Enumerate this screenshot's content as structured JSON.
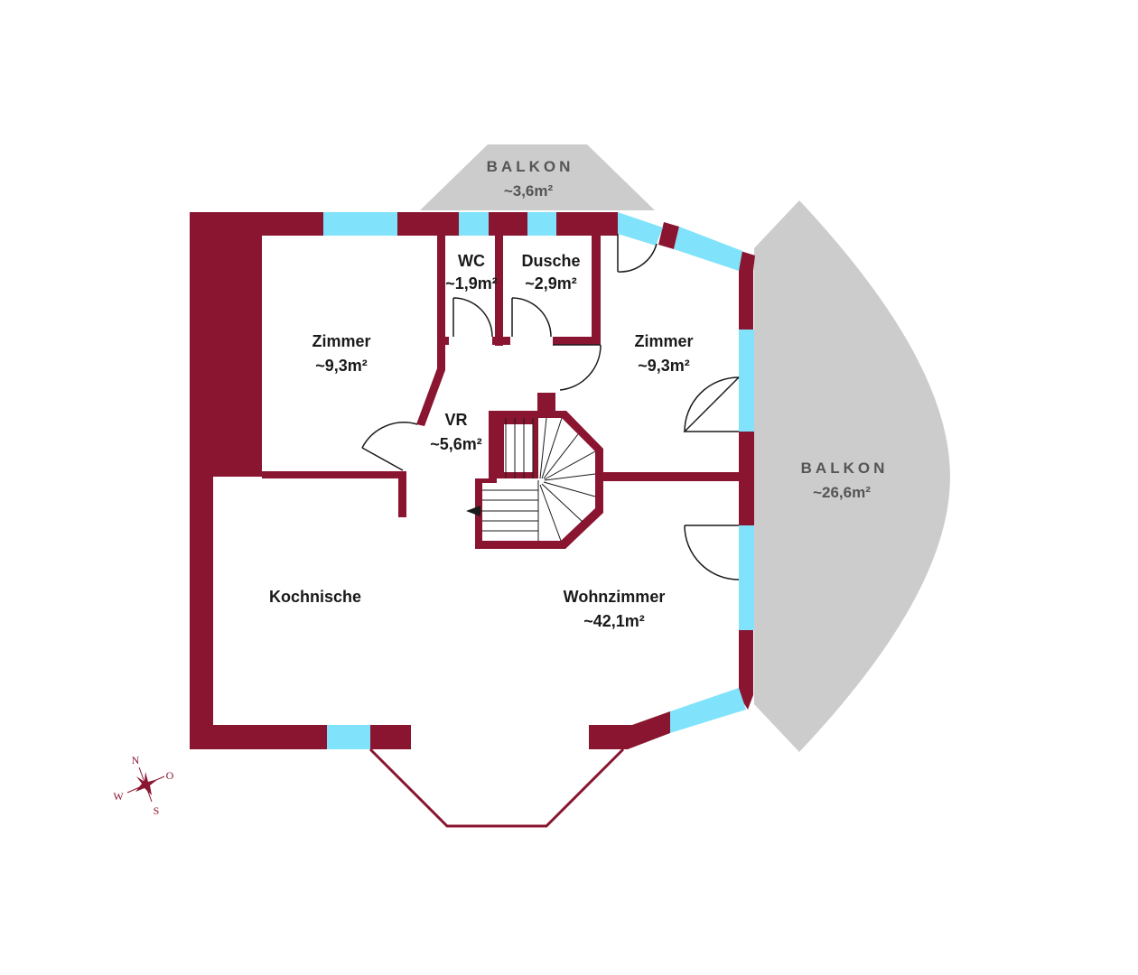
{
  "colors": {
    "wall": "#8a1530",
    "window": "#80e3fb",
    "balcony": "#cccccc",
    "background": "#ffffff",
    "text": "#1a1a1a",
    "balcony_text": "#555555"
  },
  "rooms": [
    {
      "name": "WC",
      "area": "~1,9m²"
    },
    {
      "name": "Dusche",
      "area": "~2,9m²"
    },
    {
      "name": "Zimmer",
      "area": "~9,3m²"
    },
    {
      "name": "Zimmer",
      "area": "~9,3m²"
    },
    {
      "name": "VR",
      "area": "~5,6m²"
    },
    {
      "name": "Kochnische",
      "area": ""
    },
    {
      "name": "Wohnzimmer",
      "area": "~42,1m²"
    }
  ],
  "balconies": [
    {
      "name": "BALKON",
      "area": "~3,6m²"
    },
    {
      "name": "BALKON",
      "area": "~26,6m²"
    }
  ],
  "compass": {
    "north": "N",
    "east": "O",
    "south": "S",
    "west": "W"
  }
}
